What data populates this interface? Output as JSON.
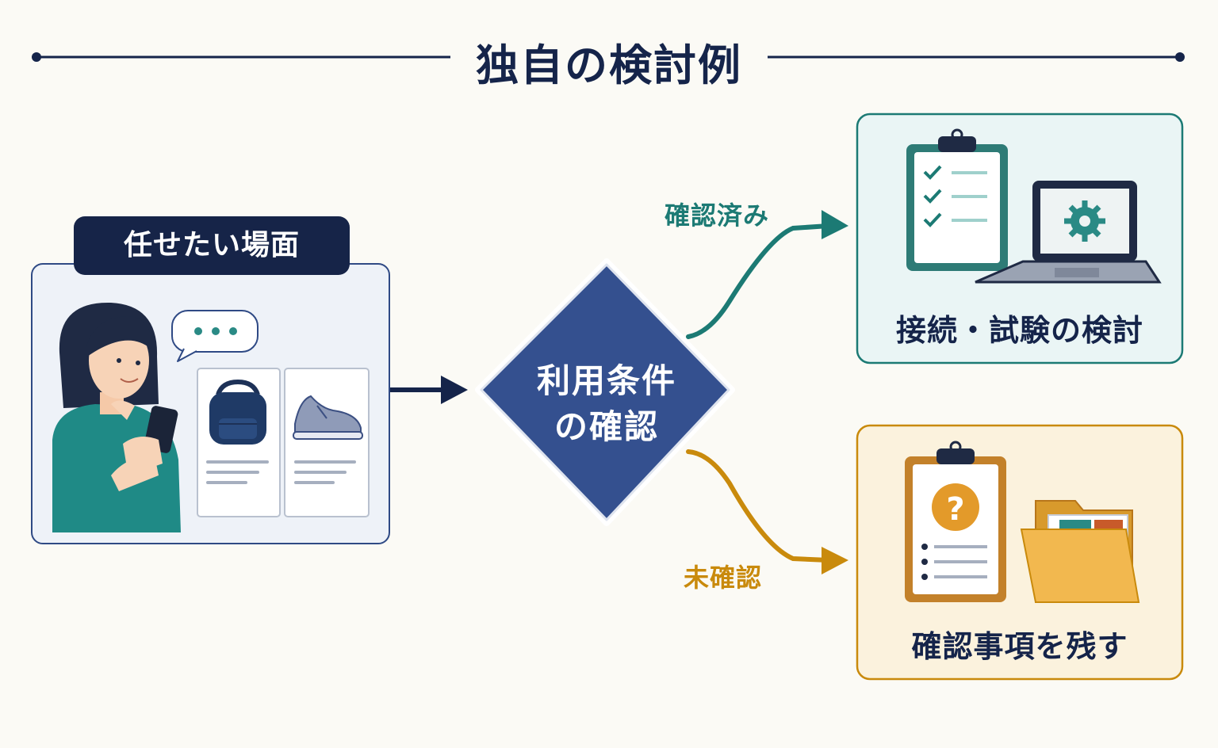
{
  "title": "独自の検討例",
  "scene": {
    "label": "任せたい場面"
  },
  "decision": {
    "line1": "利用条件",
    "line2": "の確認"
  },
  "branches": {
    "confirmed": "確認済み",
    "unconfirmed": "未確認"
  },
  "outcomes": {
    "confirmed": "接続・試験の検討",
    "unconfirmed": "確認事項を残す"
  },
  "icons": [
    "person-with-phone-icon",
    "speech-bubble-icon",
    "backpack-icon",
    "sneaker-icon",
    "clipboard-checklist-icon",
    "laptop-gear-icon",
    "clipboard-question-icon",
    "folder-icon"
  ],
  "colors": {
    "navy": "#15244a",
    "teal": "#1c7a74",
    "amber": "#c98a0c",
    "decision": "#34508f"
  }
}
